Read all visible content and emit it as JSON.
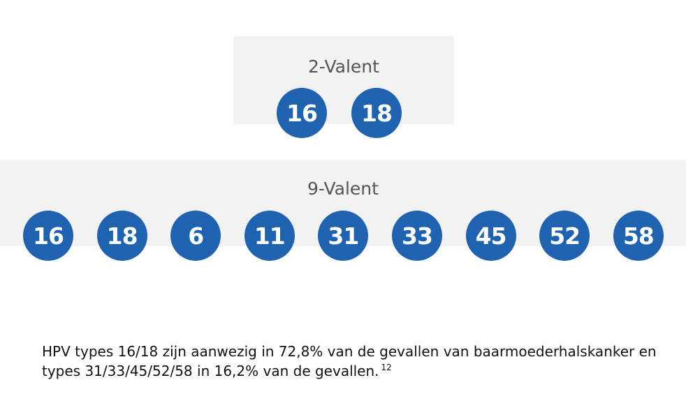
{
  "colors": {
    "circle_fill": "#1f63b0",
    "panel_background": "#f2f2f2",
    "title_text": "#555555",
    "caption_text": "#111111"
  },
  "bivalent": {
    "title": "2-Valent",
    "types": [
      "16",
      "18"
    ]
  },
  "nonavalent": {
    "title": "9-Valent",
    "types": [
      "16",
      "18",
      "6",
      "11",
      "31",
      "33",
      "45",
      "52",
      "58"
    ]
  },
  "caption": {
    "text": "HPV types 16/18 zijn aanwezig in 72,8% van de gevallen van baarmoederhalskanker en types 31/33/45/52/58 in 16,2% van de gevallen.",
    "reference": "12"
  }
}
